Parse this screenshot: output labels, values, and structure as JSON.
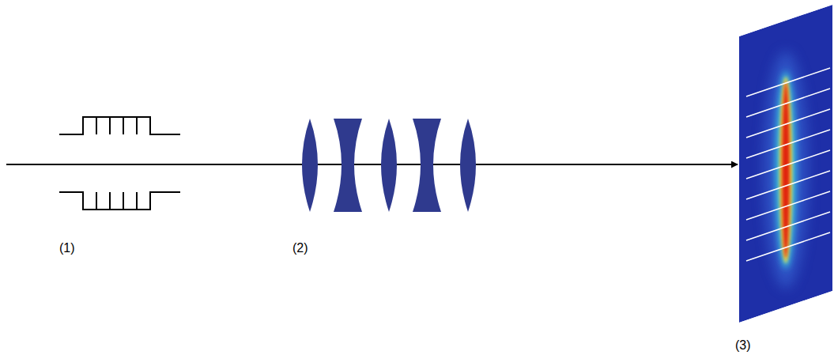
{
  "diagram": {
    "labels": [
      "(1)",
      "(2)",
      "(3)"
    ]
  }
}
